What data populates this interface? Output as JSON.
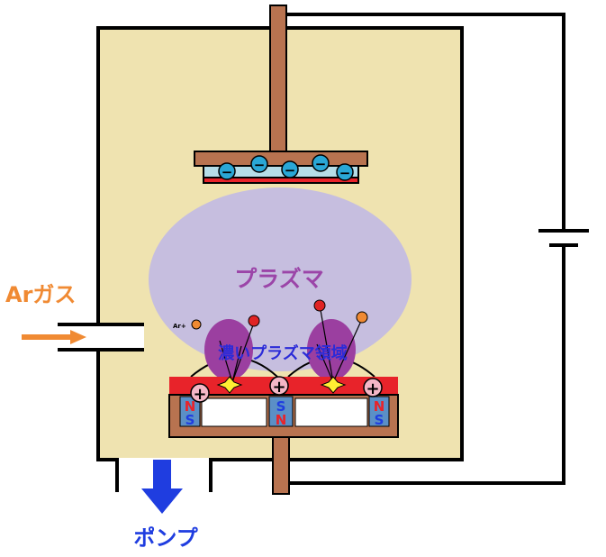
{
  "labels": {
    "plasma": "プラズマ",
    "dense_plasma": "濃いプラズマ領域",
    "ar_gas": "Arガス",
    "pump": "ポンプ",
    "ar_ion": "Ar+",
    "magnet_n": "N",
    "magnet_s": "S",
    "minus": "−",
    "plus": "+"
  },
  "colors": {
    "chamber_fill": "#efe3b0",
    "rod": "#b87350",
    "plasma": "#c6bedf",
    "dense_plasma": "#9b3fa0",
    "plasma_text": "#9b45a8",
    "dense_text": "#2b2bd8",
    "target": "#e8232a",
    "substrate": "#b6dde8",
    "electron": "#2aa7d6",
    "ion": "#f4b7c7",
    "magnet": "#5b8fc6",
    "ar_gas_text": "#f08a33",
    "pump_arrow": "#1f3de0",
    "pump_text": "#1f3de0",
    "argon_atom": "#f08a33",
    "sputtered_atom": "#e02424",
    "spark": "#ffee33"
  },
  "icons": [
    "electron-minus-icon",
    "ion-plus-icon",
    "gas-inlet-arrow-icon",
    "pump-arrow-icon",
    "battery-symbol-icon"
  ]
}
